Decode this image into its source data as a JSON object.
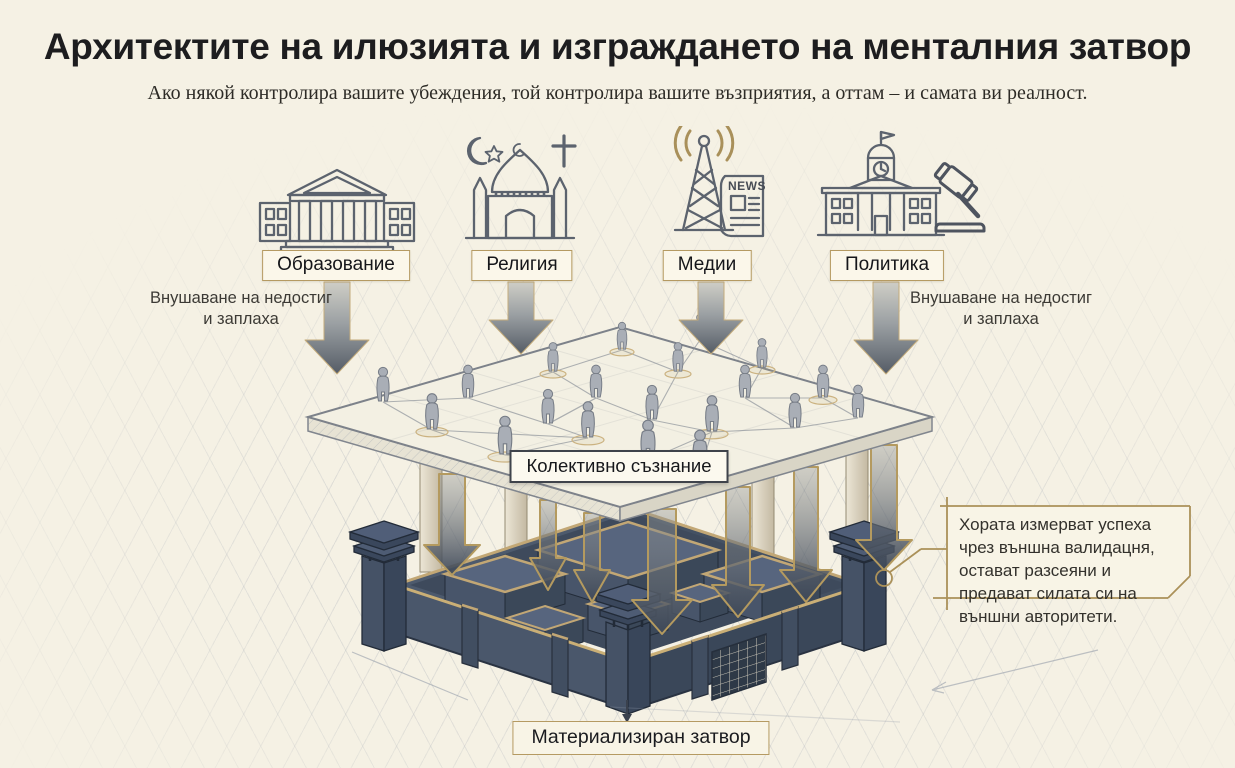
{
  "header": {
    "title": "Архитектите на илюзията и изграждането на менталния затвор",
    "subtitle": "Ако някой контролира вашите убеждения, той контролира вашите възприятия, а оттам – и самата ви реалност."
  },
  "sources": [
    {
      "label": "Образование",
      "icon": "classical-building-icon"
    },
    {
      "label": "Религия",
      "icon": "mosque-crescent-cross-icon"
    },
    {
      "label": "Медии",
      "icon": "radio-tower-newspaper-icon",
      "newspaper_text": "NEWS"
    },
    {
      "label": "Политика",
      "icon": "government-building-gavel-icon"
    }
  ],
  "annotations": {
    "left": "Внушаване на недостиг и заплаха",
    "right": "Внушаване на недостиг и заплаха"
  },
  "platform": {
    "label": "Колективно съзнание"
  },
  "callout": {
    "text": "Хората измерват успеха чрез външна валидацня, остават разсеяни и предават силата си на външни авторитети."
  },
  "prison": {
    "label": "Материализиран затвор"
  },
  "colors": {
    "background": "#f5f1e4",
    "accent_gold": "#b59a62",
    "wall_dark": "#3f4c5f",
    "arrow_gray": "#59616c"
  }
}
